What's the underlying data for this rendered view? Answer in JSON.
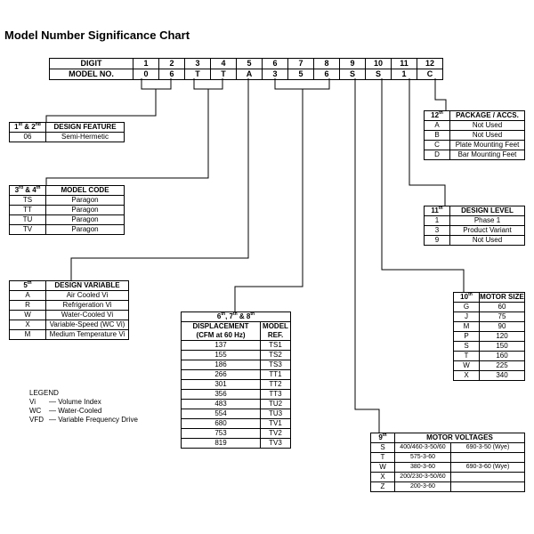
{
  "title": "Model Number Significance Chart",
  "main": {
    "digit_label": "DIGIT",
    "model_label": "MODEL NO.",
    "digits": [
      "1",
      "2",
      "3",
      "4",
      "5",
      "6",
      "7",
      "8",
      "9",
      "10",
      "11",
      "12"
    ],
    "model": [
      "0",
      "6",
      "T",
      "T",
      "A",
      "3",
      "5",
      "6",
      "S",
      "S",
      "1",
      "C"
    ]
  },
  "design_feature": {
    "pos": "1st & 2nd",
    "header": "DESIGN FEATURE",
    "rows": [
      [
        "06",
        "Semi-Hermetic"
      ]
    ]
  },
  "model_code": {
    "pos": "3rd & 4th",
    "header": "MODEL CODE",
    "rows": [
      [
        "TS",
        "Paragon"
      ],
      [
        "TT",
        "Paragon"
      ],
      [
        "TU",
        "Paragon"
      ],
      [
        "TV",
        "Paragon"
      ]
    ]
  },
  "design_variable": {
    "pos": "5th",
    "header": "DESIGN VARIABLE",
    "rows": [
      [
        "A",
        "Air Cooled Vi"
      ],
      [
        "R",
        "Refrigeration Vi"
      ],
      [
        "W",
        "Water-Cooled Vi"
      ],
      [
        "X",
        "Variable-Speed (WC Vi)"
      ],
      [
        "M",
        "Medium Temperature Vi"
      ]
    ]
  },
  "displacement": {
    "pos": "6th, 7th & 8th",
    "header1": "DISPLACEMENT",
    "header2": "(CFM at 60 Hz)",
    "header3": "MODEL",
    "header4": "REF.",
    "rows": [
      [
        "137",
        "TS1"
      ],
      [
        "155",
        "TS2"
      ],
      [
        "186",
        "TS3"
      ],
      [
        "266",
        "TT1"
      ],
      [
        "301",
        "TT2"
      ],
      [
        "356",
        "TT3"
      ],
      [
        "483",
        "TU2"
      ],
      [
        "554",
        "TU3"
      ],
      [
        "680",
        "TV1"
      ],
      [
        "753",
        "TV2"
      ],
      [
        "819",
        "TV3"
      ]
    ]
  },
  "package": {
    "pos": "12th",
    "header": "PACKAGE / ACCS.",
    "rows": [
      [
        "A",
        "Not Used"
      ],
      [
        "B",
        "Not Used"
      ],
      [
        "C",
        "Plate Mounting Feet"
      ],
      [
        "D",
        "Bar Mounting Feet"
      ]
    ]
  },
  "design_level": {
    "pos": "11th",
    "header": "DESIGN LEVEL",
    "rows": [
      [
        "1",
        "Phase 1"
      ],
      [
        "3",
        "Product Variant"
      ],
      [
        "9",
        "Not Used"
      ]
    ]
  },
  "motor_size": {
    "pos": "10th",
    "header": "MOTOR SIZE",
    "rows": [
      [
        "G",
        "60"
      ],
      [
        "J",
        "75"
      ],
      [
        "M",
        "90"
      ],
      [
        "P",
        "120"
      ],
      [
        "S",
        "150"
      ],
      [
        "T",
        "160"
      ],
      [
        "W",
        "225"
      ],
      [
        "X",
        "340"
      ]
    ]
  },
  "motor_voltages": {
    "pos": "9th",
    "header": "MOTOR VOLTAGES",
    "rows": [
      [
        "S",
        "400/460-3-50/60",
        "690-3-50 (Wye)"
      ],
      [
        "T",
        "575-3-60",
        ""
      ],
      [
        "W",
        "380-3-60",
        "690-3-60 (Wye)"
      ],
      [
        "X",
        "200/230-3-50/60",
        ""
      ],
      [
        "Z",
        "200-3-60",
        ""
      ]
    ]
  },
  "legend": {
    "title": "LEGEND",
    "items": [
      [
        "Vi",
        "— Volume Index"
      ],
      [
        "WC",
        "— Water-Cooled"
      ],
      [
        "VFD",
        "— Variable Frequency Drive"
      ]
    ]
  }
}
